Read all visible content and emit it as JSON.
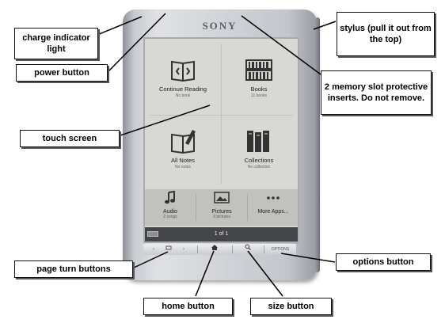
{
  "device": {
    "brand": "SONY",
    "tiles": [
      {
        "label": "Continue Reading",
        "sub": "No book",
        "icon": "open-book-icon"
      },
      {
        "label": "Books",
        "sub": "11 books",
        "icon": "bookshelf-icon"
      },
      {
        "label": "All Notes",
        "sub": "No notes",
        "icon": "notebook-pen-icon"
      },
      {
        "label": "Collections",
        "sub": "No collection",
        "icon": "books-collection-icon"
      }
    ],
    "bottom_items": [
      {
        "label": "Audio",
        "sub": "2 songs",
        "icon": "music-note-icon"
      },
      {
        "label": "Pictures",
        "sub": "3 pictures",
        "icon": "picture-icon"
      },
      {
        "label": "More Apps...",
        "sub": "",
        "icon": "ellipsis-icon"
      }
    ],
    "page_indicator": "1 of 1",
    "options_label": "OPTIONS",
    "page_turn_glyphs": {
      "prev": "‹",
      "next": "›"
    }
  },
  "callouts": {
    "charge_indicator": "charge indicator light",
    "power_button": "power button",
    "touch_screen": "touch screen",
    "stylus": "stylus (pull it out from the top)",
    "memory_slot": "2 memory slot protective inserts. Do not remove.",
    "page_turn": "page turn buttons",
    "options_button": "options button",
    "home_button": "home button",
    "size_button": "size button"
  }
}
